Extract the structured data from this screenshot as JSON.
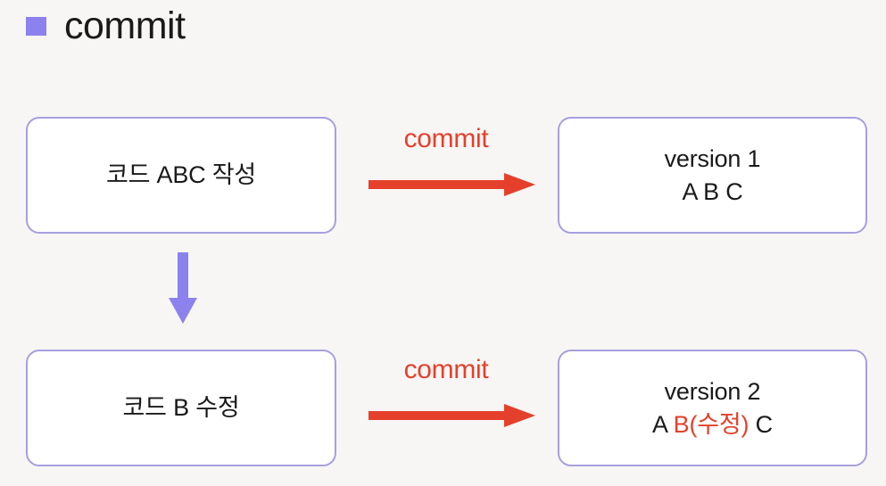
{
  "page": {
    "background_color": "#f7f6f4",
    "title": {
      "label": "commit",
      "bullet_color": "#8b82ee",
      "text_color": "#1a1a1a"
    }
  },
  "colors": {
    "purple": "#8b82ee",
    "purple_border": "#a79fe0",
    "red": "#e5402c",
    "text_dark": "#1a1a1a",
    "box_fill": "#ffffff"
  },
  "diagram": {
    "nodes": {
      "code_v1": {
        "name": "code-abc-write",
        "lines": [
          "코드 ABC 작성"
        ]
      },
      "version_1": {
        "name": "version-1",
        "line1": "version 1",
        "line2_parts": [
          {
            "text": "A B C",
            "color": "#1a1a1a"
          }
        ],
        "line2_plain": "A B C"
      },
      "code_v2": {
        "name": "code-b-modify",
        "lines": [
          "코드 B 수정"
        ]
      },
      "version_2": {
        "name": "version-2",
        "line1": "version 2",
        "line2_parts": [
          {
            "text": "A ",
            "color": "#1a1a1a"
          },
          {
            "text": "B(수정)",
            "color": "#e5402c"
          },
          {
            "text": " C",
            "color": "#1a1a1a"
          }
        ],
        "line2_prefix": "A ",
        "line2_highlight": "B(수정)",
        "line2_suffix": " C"
      }
    },
    "arrows": {
      "commit_top": {
        "label": "commit",
        "direction": "right",
        "color": "#e5402c",
        "from": "code_v1",
        "to": "version_1"
      },
      "commit_bottom": {
        "label": "commit",
        "direction": "right",
        "color": "#e5402c",
        "from": "code_v2",
        "to": "version_2"
      },
      "flow_down": {
        "label": "",
        "direction": "down",
        "color": "#8b82ee",
        "from": "code_v1",
        "to": "code_v2"
      }
    }
  }
}
